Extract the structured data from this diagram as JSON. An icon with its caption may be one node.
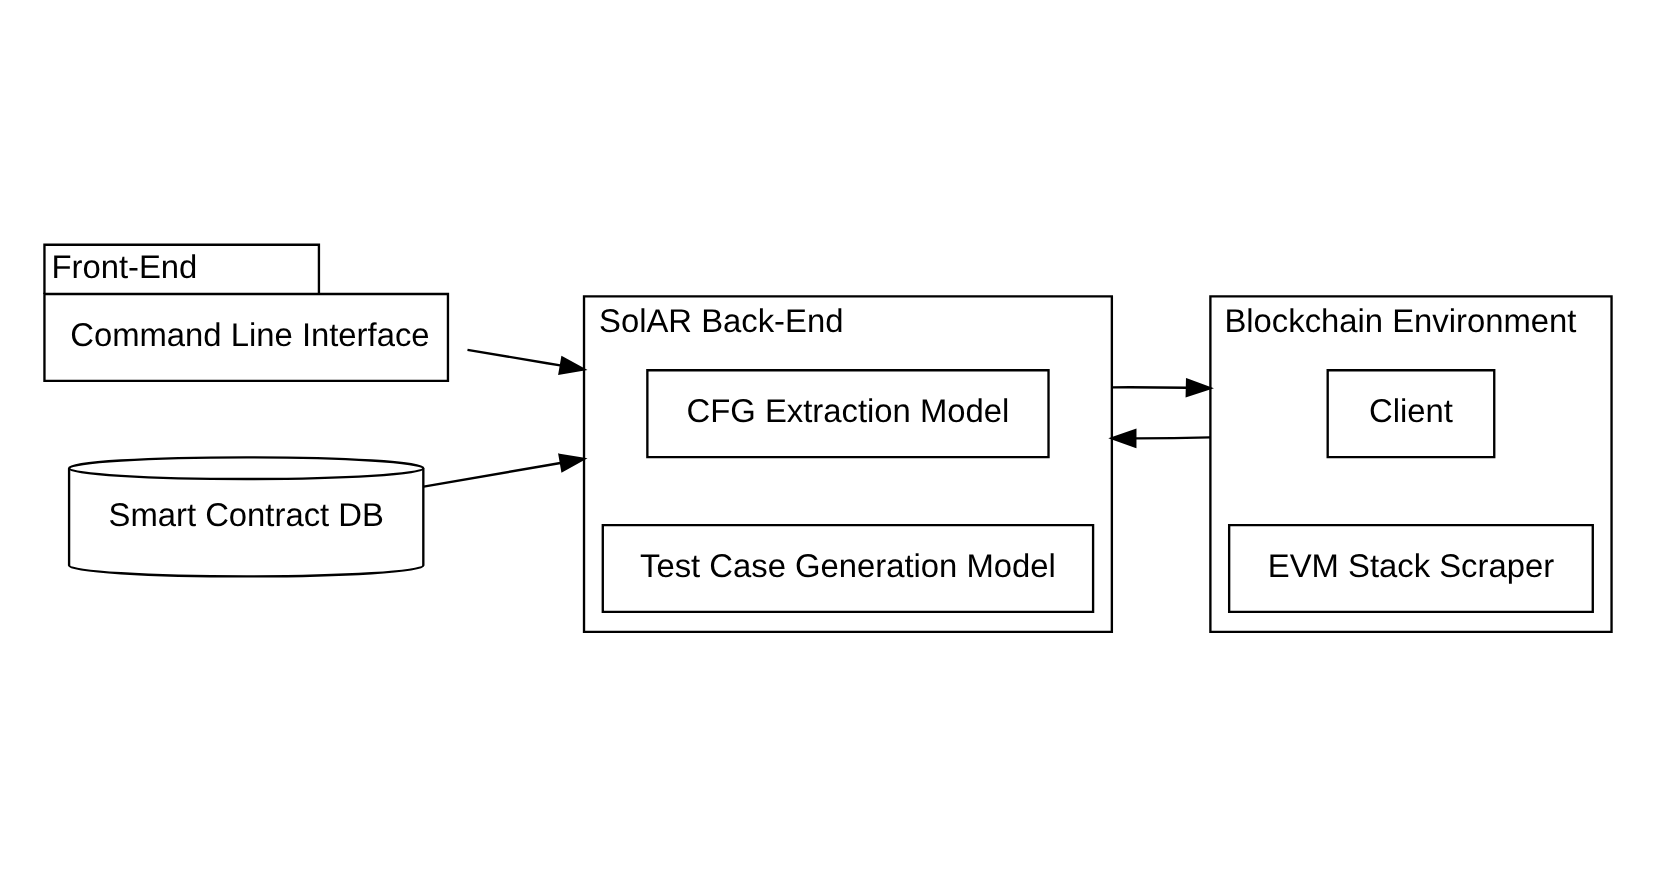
{
  "diagram": {
    "nodes": [
      {
        "text": [
          "Front-End",
          "Command Line Interface"
        ]
      },
      {
        "text": [
          "SolAR Back-End"
        ]
      },
      {
        "text": [
          "CFG Extraction Model"
        ],
        "in": 1
      },
      {
        "text": [
          "Test Case Generation Model"
        ],
        "in": 1
      },
      {
        "text": [
          "Blockchain Environment"
        ]
      },
      {
        "text": [
          "Client"
        ],
        "in": 4
      },
      {
        "text": [
          "EVM Stack Scraper"
        ],
        "in": 4
      },
      {
        "text": [
          "Smart Contract DB"
        ]
      }
    ],
    "edges": [
      {
        "from": 0,
        "to": 1,
        "arrow": "to"
      },
      {
        "from": 7,
        "to": 1,
        "arrow": "to"
      },
      {
        "from": 1,
        "to": 4,
        "arrow": "to"
      },
      {
        "from": 4,
        "to": 1,
        "arrow": "to"
      }
    ]
  }
}
